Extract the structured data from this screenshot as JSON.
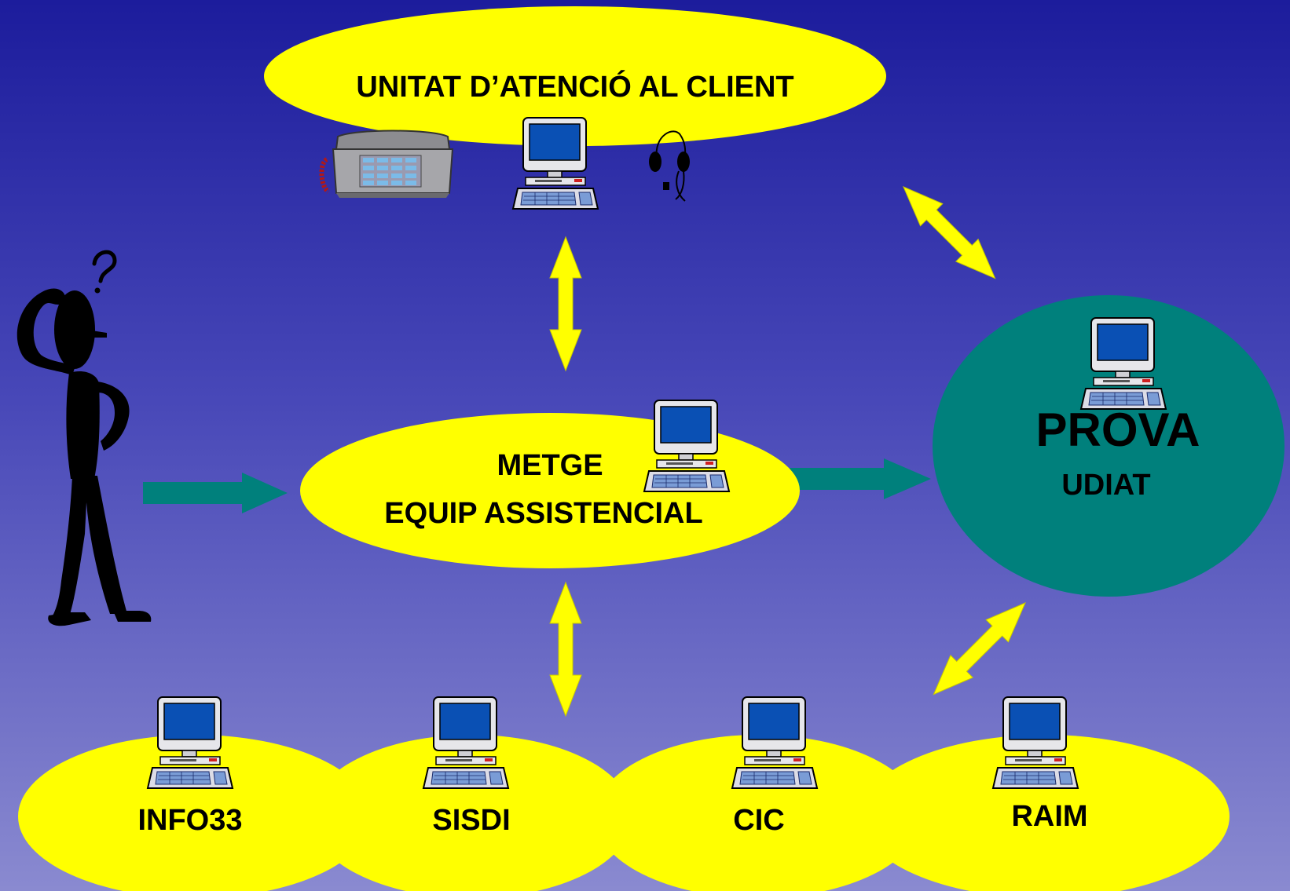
{
  "colors": {
    "bg_top": "#1c1c9c",
    "bg_bottom": "#8a8ad0",
    "ellipse_yellow": "#ffff00",
    "prova_teal": "#00807c",
    "arrow_yellow": "#ffff00",
    "arrow_teal": "#00807c"
  },
  "nodes": {
    "atencio": {
      "label": "UNITAT D’ATENCIÓ AL CLIENT",
      "icons": [
        "telephone-icon",
        "computer-icon",
        "headset-icon"
      ]
    },
    "metge": {
      "line1": "METGE",
      "line2": "EQUIP ASSISTENCIAL",
      "icons": [
        "computer-icon"
      ]
    },
    "prova": {
      "title": "PROVA",
      "subtitle": "UDIAT",
      "icons": [
        "computer-icon"
      ]
    },
    "systems": [
      {
        "label": "INFO33"
      },
      {
        "label": "SISDI"
      },
      {
        "label": "CIC"
      },
      {
        "label": "RAIM"
      }
    ]
  },
  "figures": [
    "confused-person-icon",
    "question-mark-icon"
  ],
  "connections": [
    {
      "from": "patient",
      "to": "metge",
      "style": "teal-arrow"
    },
    {
      "from": "metge",
      "to": "prova",
      "style": "teal-arrow"
    },
    {
      "from": "atencio",
      "to": "metge",
      "style": "yellow-double-arrow"
    },
    {
      "from": "atencio",
      "to": "prova",
      "style": "yellow-double-arrow"
    },
    {
      "from": "metge",
      "to": "systems",
      "style": "yellow-double-arrow"
    },
    {
      "from": "prova",
      "to": "systems",
      "style": "yellow-double-arrow"
    }
  ]
}
